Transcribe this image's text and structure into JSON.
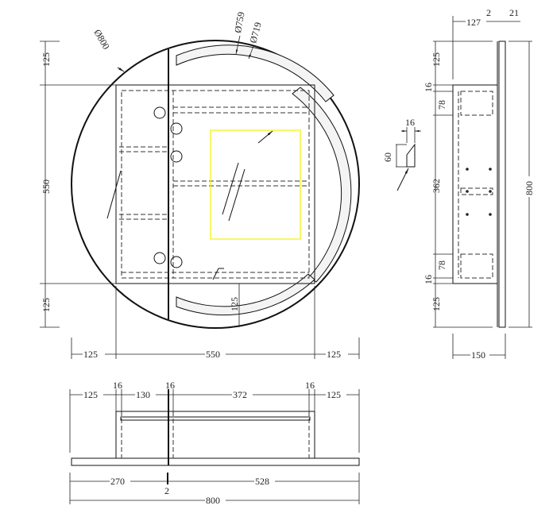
{
  "front_view": {
    "dia_outer": "Ø800",
    "dia_led_outer": "Ø759",
    "dia_led_inner": "Ø719",
    "v_top": "125",
    "v_mid": "550",
    "v_bottom": "125",
    "h_left": "125",
    "h_mid": "550",
    "h_right": "125",
    "inner_bottom": "125"
  },
  "side_view": {
    "depth": "127",
    "gap": "2",
    "plate": "21",
    "v_top": "125",
    "v_board1": "16",
    "v_shelf1": "78",
    "v_mid": "362",
    "v_shelf2": "78",
    "v_board2": "16",
    "v_bottom": "125",
    "height": "800",
    "total_depth": "150"
  },
  "detail": {
    "width": "16",
    "height": "60"
  },
  "bottom_view": {
    "d1": "125",
    "d2": "16",
    "d3": "130",
    "d4": "16",
    "d5": "372",
    "d6": "16",
    "d7": "125",
    "left": "270",
    "gap": "2",
    "right": "528",
    "total": "800"
  }
}
